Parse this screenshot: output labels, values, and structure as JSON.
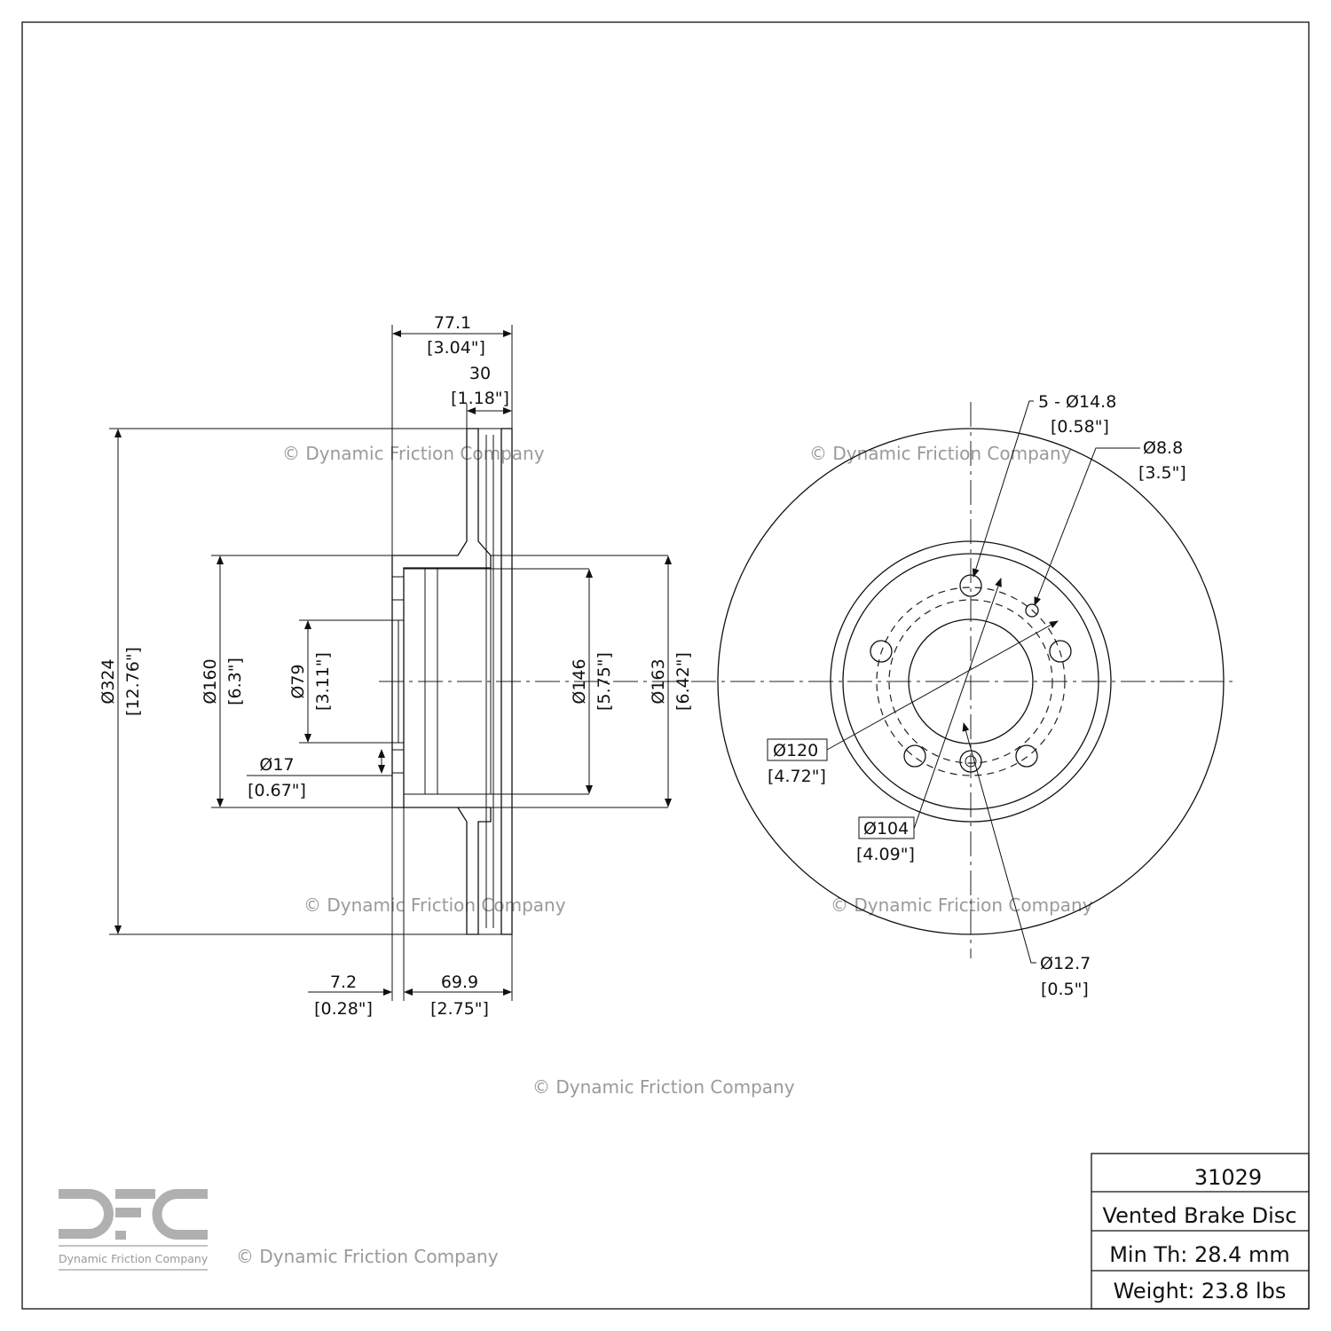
{
  "watermark": "© Dynamic Friction Company",
  "logo": {
    "letters": "DFC",
    "text": "Dynamic Friction Company"
  },
  "colors": {
    "line": "#111111",
    "watermark": "#9a9a9a",
    "logo": "#b0b0b0"
  },
  "side_view": {
    "overall_width": {
      "mm": "77.1",
      "in": "[3.04\"]"
    },
    "disc_thickness": {
      "mm": "30",
      "in": "[1.18\"]"
    },
    "outer_diameter": {
      "mm": "Ø324",
      "in": "[12.76\"]"
    },
    "hat_diameter": {
      "mm": "Ø160",
      "in": "[6.3\"]"
    },
    "center_bore": {
      "mm": "Ø79",
      "in": "[3.11\"]"
    },
    "hat_inner": {
      "mm": "Ø146",
      "in": "[5.75\"]"
    },
    "hat_outer": {
      "mm": "Ø163",
      "in": "[6.42\"]"
    },
    "hole_small": {
      "mm": "Ø17",
      "in": "[0.67\"]"
    },
    "hat_face": {
      "mm": "7.2",
      "in": "[0.28\"]"
    },
    "hat_depth": {
      "mm": "69.9",
      "in": "[2.75\"]"
    }
  },
  "face_view": {
    "bolt_holes": {
      "mm": "5 - Ø14.8",
      "in": "[0.58\"]"
    },
    "small_hole": {
      "mm": "Ø8.8",
      "in": "[3.5\"]"
    },
    "bolt_circle": {
      "mm": "Ø120",
      "in": "[4.72\"]"
    },
    "inner_circle": {
      "mm": "Ø104",
      "in": "[4.09\"]"
    },
    "stud_hole": {
      "mm": "Ø12.7",
      "in": "[0.5\"]"
    }
  },
  "title_block": {
    "part_number": "31029",
    "description": "Vented Brake Disc",
    "min_thickness": "Min Th: 28.4 mm",
    "weight": "Weight: 23.8 lbs"
  }
}
